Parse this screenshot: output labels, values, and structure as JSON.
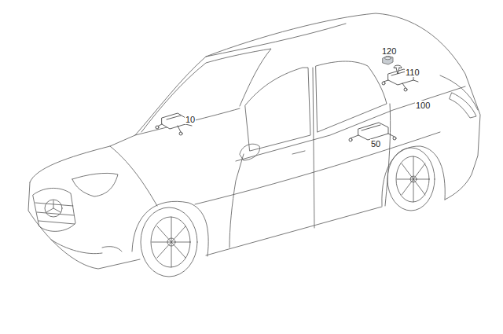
{
  "diagram": {
    "labels": [
      "120",
      "110",
      "100",
      "10",
      "50"
    ]
  }
}
